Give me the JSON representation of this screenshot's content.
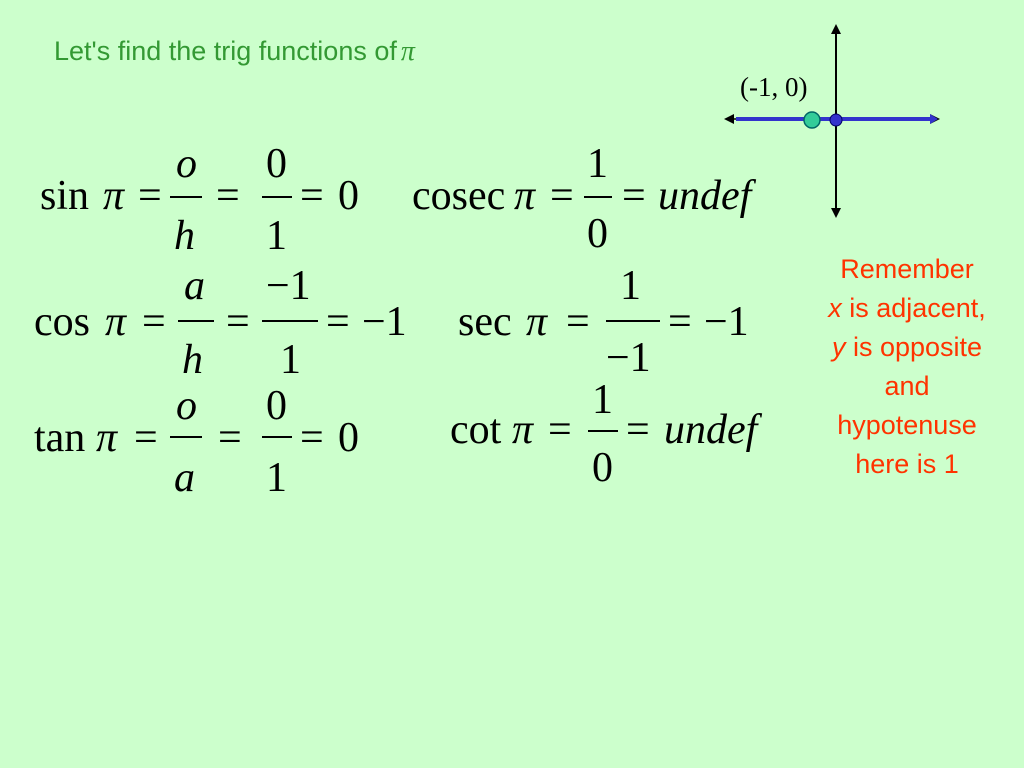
{
  "slide": {
    "title": "Let's find the trig functions of",
    "title_symbol": "π"
  },
  "equations": {
    "sin": {
      "fn": "sin",
      "arg": "π",
      "eq": "=",
      "num1": "o",
      "den1": "h",
      "eq2": "=",
      "num2": "0",
      "den2": "1",
      "eq3": "=",
      "result": "0"
    },
    "cos": {
      "fn": "cos",
      "arg": "π",
      "eq": "=",
      "num1": "a",
      "den1": "h",
      "eq2": "=",
      "num2": "−1",
      "den2": "1",
      "eq3": "=",
      "result": "−1"
    },
    "tan": {
      "fn": "tan",
      "arg": "π",
      "eq": "=",
      "num1": "o",
      "den1": "a",
      "eq2": "=",
      "num2": "0",
      "den2": "1",
      "eq3": "=",
      "result": "0"
    },
    "cosec": {
      "fn": "cosec",
      "arg": "π",
      "eq": "=",
      "num": "1",
      "den": "0",
      "eq2": "=",
      "result": "undef"
    },
    "sec": {
      "fn": "sec",
      "arg": "π",
      "eq": "=",
      "num": "1",
      "den": "−1",
      "eq2": "=",
      "result": "−1"
    },
    "cot": {
      "fn": "cot",
      "arg": "π",
      "eq": "=",
      "num": "1",
      "den": "0",
      "eq2": "=",
      "result": "undef"
    }
  },
  "diagram": {
    "point_label": "(-1, 0)",
    "axis_color": "#3333cc",
    "point_color": "#33cc99",
    "origin_color": "#3333cc"
  },
  "note": {
    "line1": "Remember",
    "line2_var": "x",
    "line2_rest": "is adjacent,",
    "line3_var": "y",
    "line3_rest": "is opposite",
    "line4": "and",
    "line5": "hypotenuse",
    "line6": "here is 1",
    "color": "#ff3300"
  }
}
